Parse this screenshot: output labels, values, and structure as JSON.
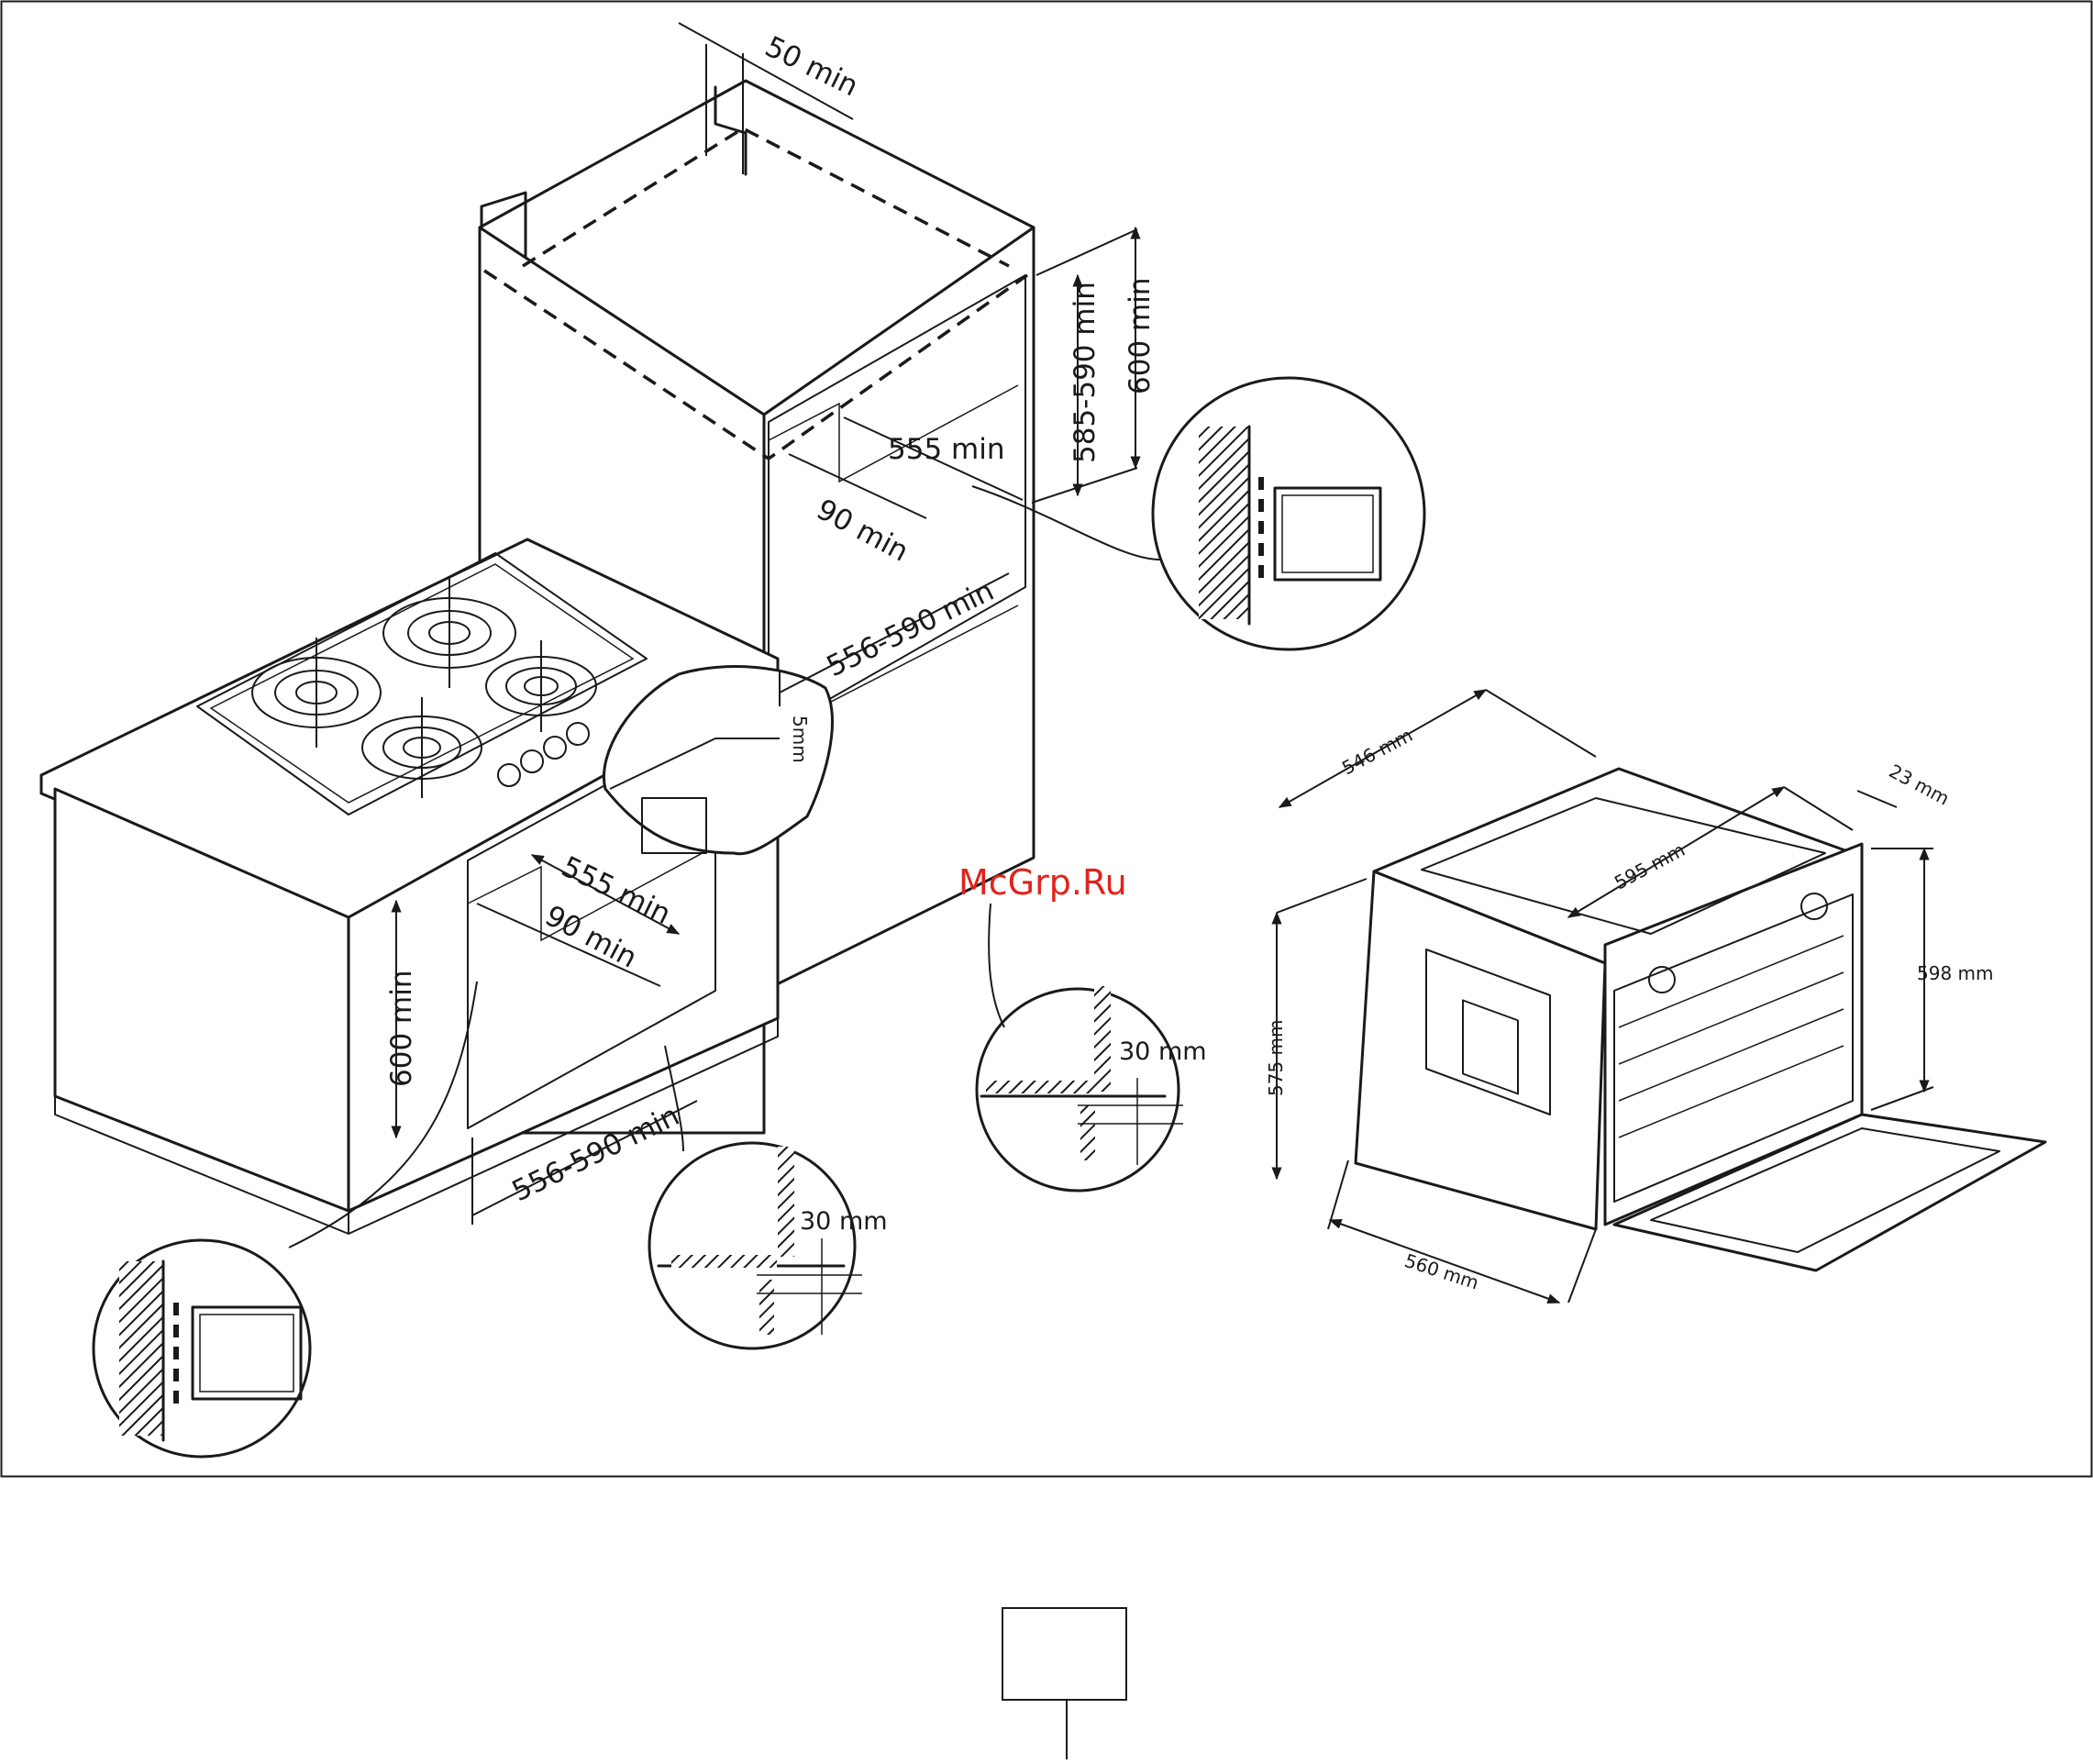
{
  "watermark": "McGrp.Ru",
  "colors": {
    "line": "#1a1a1a",
    "watermark": "#e0231d",
    "background": "#ffffff"
  },
  "cabinet_labels": {
    "top_gap": "50 min",
    "tall_niche_width": "555 min",
    "tall_vent_depth": "90 min",
    "tall_niche_height": "585-590 min",
    "tall_total_height": "600 min",
    "tall_niche_depth": "556-590 min",
    "hob_offset": "5mm",
    "under_niche_width": "555 min",
    "under_vent_depth": "90 min",
    "under_height": "600 min",
    "under_niche_depth": "556-590 min"
  },
  "detail_labels": {
    "tall_plinth_gap": "30 mm",
    "under_plinth_gap": "30 mm"
  },
  "oven_labels": {
    "depth": "546 mm",
    "frame": "23 mm",
    "width": "595 mm",
    "height": "598 mm",
    "body_height": "575 mm",
    "body_width": "560 mm"
  }
}
